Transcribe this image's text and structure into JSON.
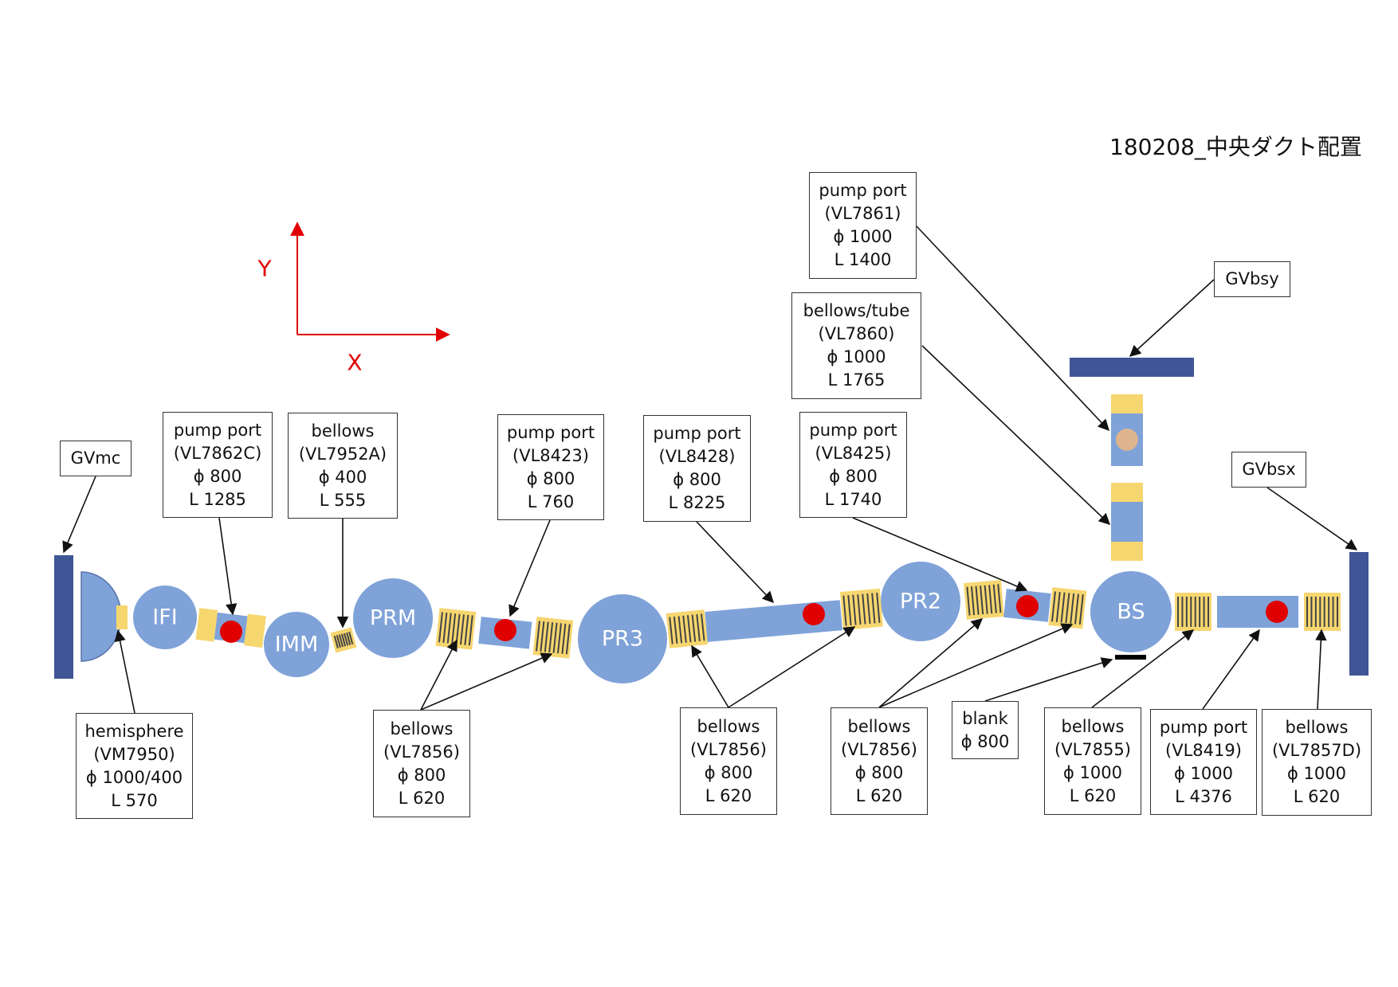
{
  "title": "180208_中央ダクト配置",
  "axes": {
    "x_label": "X",
    "y_label": "Y"
  },
  "colors": {
    "component": "#7fa2d8",
    "flange": "#f6d66f",
    "port_mark": "#e00000",
    "gate_valve": "#3f5595",
    "arrow": "#111111",
    "axis": "#e00000",
    "pump_port_cap": "#ddb48e"
  },
  "chambers": {
    "ifi": "IFI",
    "imm": "IMM",
    "prm": "PRM",
    "pr3": "PR3",
    "pr2": "PR2",
    "bs": "BS"
  },
  "callouts": {
    "gvmc": {
      "lines": [
        "GVmc"
      ]
    },
    "hemisphere": {
      "lines": [
        "hemisphere",
        "(VM7950)",
        "ϕ 1000/400",
        "L 570"
      ]
    },
    "pump_port_vl7862c": {
      "lines": [
        "pump port",
        "(VL7862C)",
        "ϕ 800",
        "L 1285"
      ]
    },
    "bellows_vl7952a": {
      "lines": [
        "bellows",
        "(VL7952A)",
        "ϕ 400",
        "L 555"
      ]
    },
    "pump_port_vl8423": {
      "lines": [
        "pump port",
        "(VL8423)",
        "ϕ 800",
        "L 760"
      ]
    },
    "bellows_vl7856_a": {
      "lines": [
        "bellows",
        "(VL7856)",
        "ϕ 800",
        "L 620"
      ]
    },
    "pump_port_vl8428": {
      "lines": [
        "pump port",
        "(VL8428)",
        "ϕ 800",
        "L 8225"
      ]
    },
    "bellows_vl7856_b": {
      "lines": [
        "bellows",
        "(VL7856)",
        "ϕ 800",
        "L 620"
      ]
    },
    "pump_port_vl8425": {
      "lines": [
        "pump port",
        "(VL8425)",
        "ϕ 800",
        "L 1740"
      ]
    },
    "bellows_vl7856_c": {
      "lines": [
        "bellows",
        "(VL7856)",
        "ϕ 800",
        "L 620"
      ]
    },
    "pump_port_vl7861": {
      "lines": [
        "pump port",
        "(VL7861)",
        "ϕ 1000",
        "L 1400"
      ]
    },
    "bellows_tube_vl7860": {
      "lines": [
        "bellows/tube",
        "(VL7860)",
        "ϕ 1000",
        "L 1765"
      ]
    },
    "blank": {
      "lines": [
        "blank",
        "ϕ 800"
      ]
    },
    "bellows_vl7855": {
      "lines": [
        "bellows",
        "(VL7855)",
        "ϕ 1000",
        "L 620"
      ]
    },
    "pump_port_vl8419": {
      "lines": [
        "pump port",
        "(VL8419)",
        "ϕ 1000",
        "L 4376"
      ]
    },
    "bellows_vl7857d": {
      "lines": [
        "bellows",
        "(VL7857D)",
        "ϕ 1000",
        "L 620"
      ]
    },
    "gvbsy": {
      "lines": [
        "GVbsy"
      ]
    },
    "gvbsx": {
      "lines": [
        "GVbsx"
      ]
    }
  }
}
